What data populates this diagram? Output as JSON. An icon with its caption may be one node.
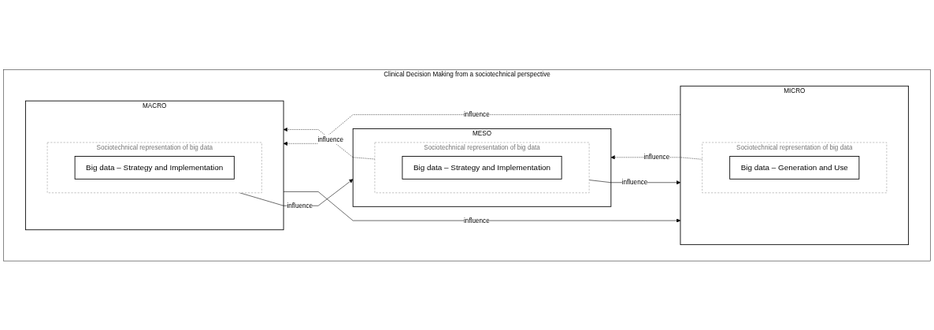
{
  "diagram": {
    "nodes": [
      {
        "text": [
          "Clinical Decision Making from a sociotechnical perspective"
        ]
      },
      {
        "text": [
          "MACRO"
        ],
        "in": 0
      },
      {
        "text": [
          "Sociotechnical representation of big data"
        ],
        "in": 1
      },
      {
        "text": [
          "Big data – Strategy and Implementation"
        ],
        "in": 2
      },
      {
        "text": [
          "MESO"
        ],
        "in": 0
      },
      {
        "text": [
          "Sociotechnical representation of big data"
        ],
        "in": 4
      },
      {
        "text": [
          "Big data – Strategy and Implementation"
        ],
        "in": 5
      },
      {
        "text": [
          "MICRO"
        ],
        "in": 0
      },
      {
        "text": [
          "Sociotechnical representation of big data"
        ],
        "in": 7
      },
      {
        "text": [
          "Big data – Generation and Use"
        ],
        "in": 8
      }
    ],
    "edges": [
      {
        "from": 1,
        "to": 7,
        "arrow": "to",
        "label": "influence"
      },
      {
        "from": 2,
        "to": 4,
        "arrow": "to",
        "label": "influence"
      },
      {
        "from": 5,
        "to": 1,
        "arrow": "to",
        "label": "influence",
        "style": "dashed"
      },
      {
        "from": 5,
        "to": 7,
        "arrow": "to",
        "label": "influence"
      },
      {
        "from": 8,
        "to": 4,
        "arrow": "to",
        "label": "influence",
        "style": "dashed"
      },
      {
        "from": 7,
        "to": 1,
        "arrow": "to",
        "label": "influence",
        "style": "dashed"
      }
    ]
  }
}
